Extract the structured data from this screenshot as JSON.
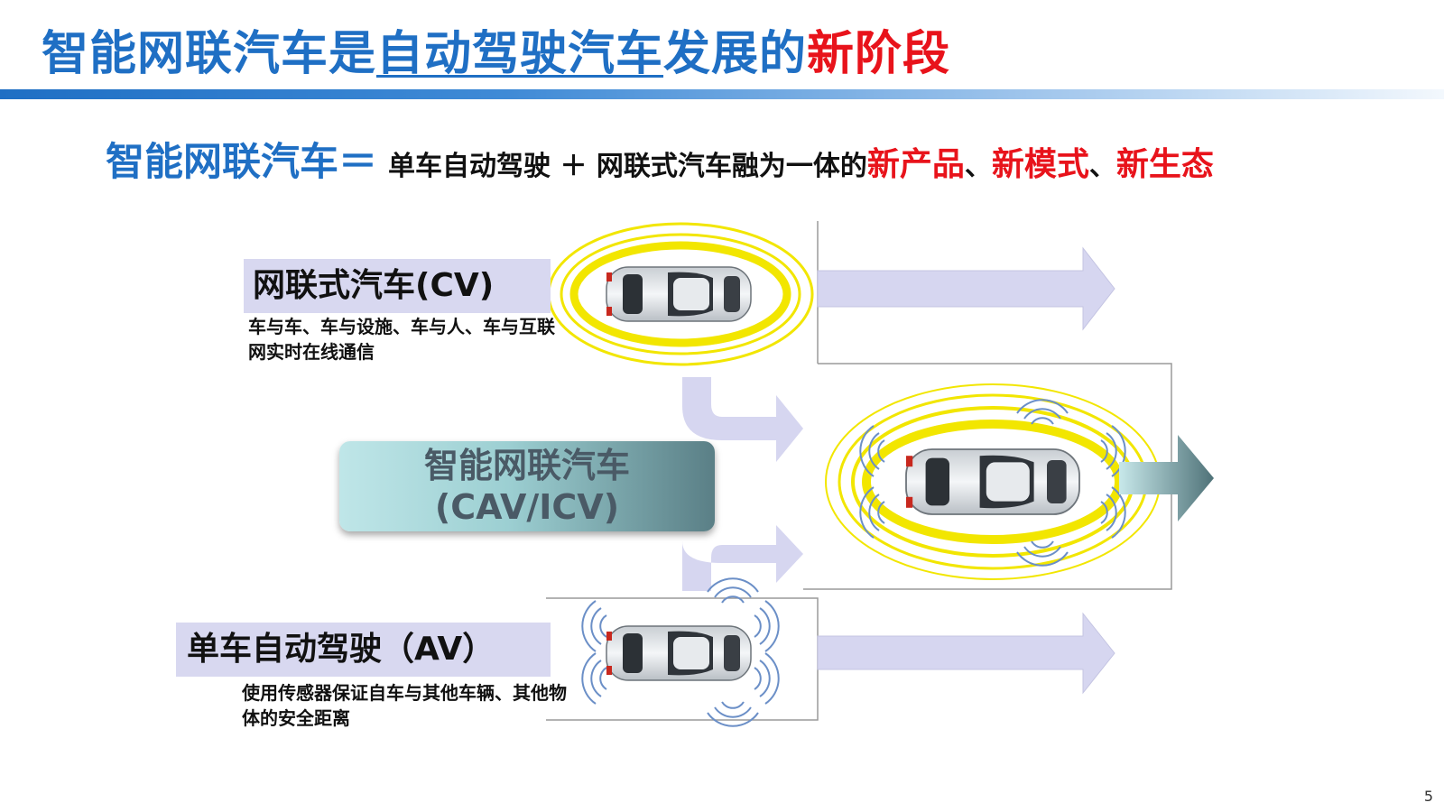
{
  "title": {
    "part1": "智能网联汽车是",
    "part2": "自动驾驶汽车",
    "part3": "发展的",
    "part4": "新阶段"
  },
  "formula": {
    "lhs": "智能网联汽车",
    "eq": "＝",
    "body": "单车自动驾驶 ＋ 网联式汽车融为一体的",
    "new_product": "新产品",
    "sep1": "、",
    "new_mode": "新模式",
    "sep2": "、",
    "new_ecology": "新生态"
  },
  "cv": {
    "label": "网联式汽车(CV)",
    "description": "车与车、车与设施、车与人、车与互联网实时在线通信"
  },
  "icv": {
    "line1": "智能网联汽车",
    "line2": "(CAV/ICV)"
  },
  "av": {
    "label": "单车自动驾驶（AV）",
    "description": "使用传感器保证自车与其他车辆、其他物体的安全距离"
  },
  "colors": {
    "blue_title": "#1f6fc4",
    "red_accent": "#e8131b",
    "lavender_arrow": "#d6d6f0",
    "yellow_ring": "#f2e600"
  },
  "page_number": "5"
}
